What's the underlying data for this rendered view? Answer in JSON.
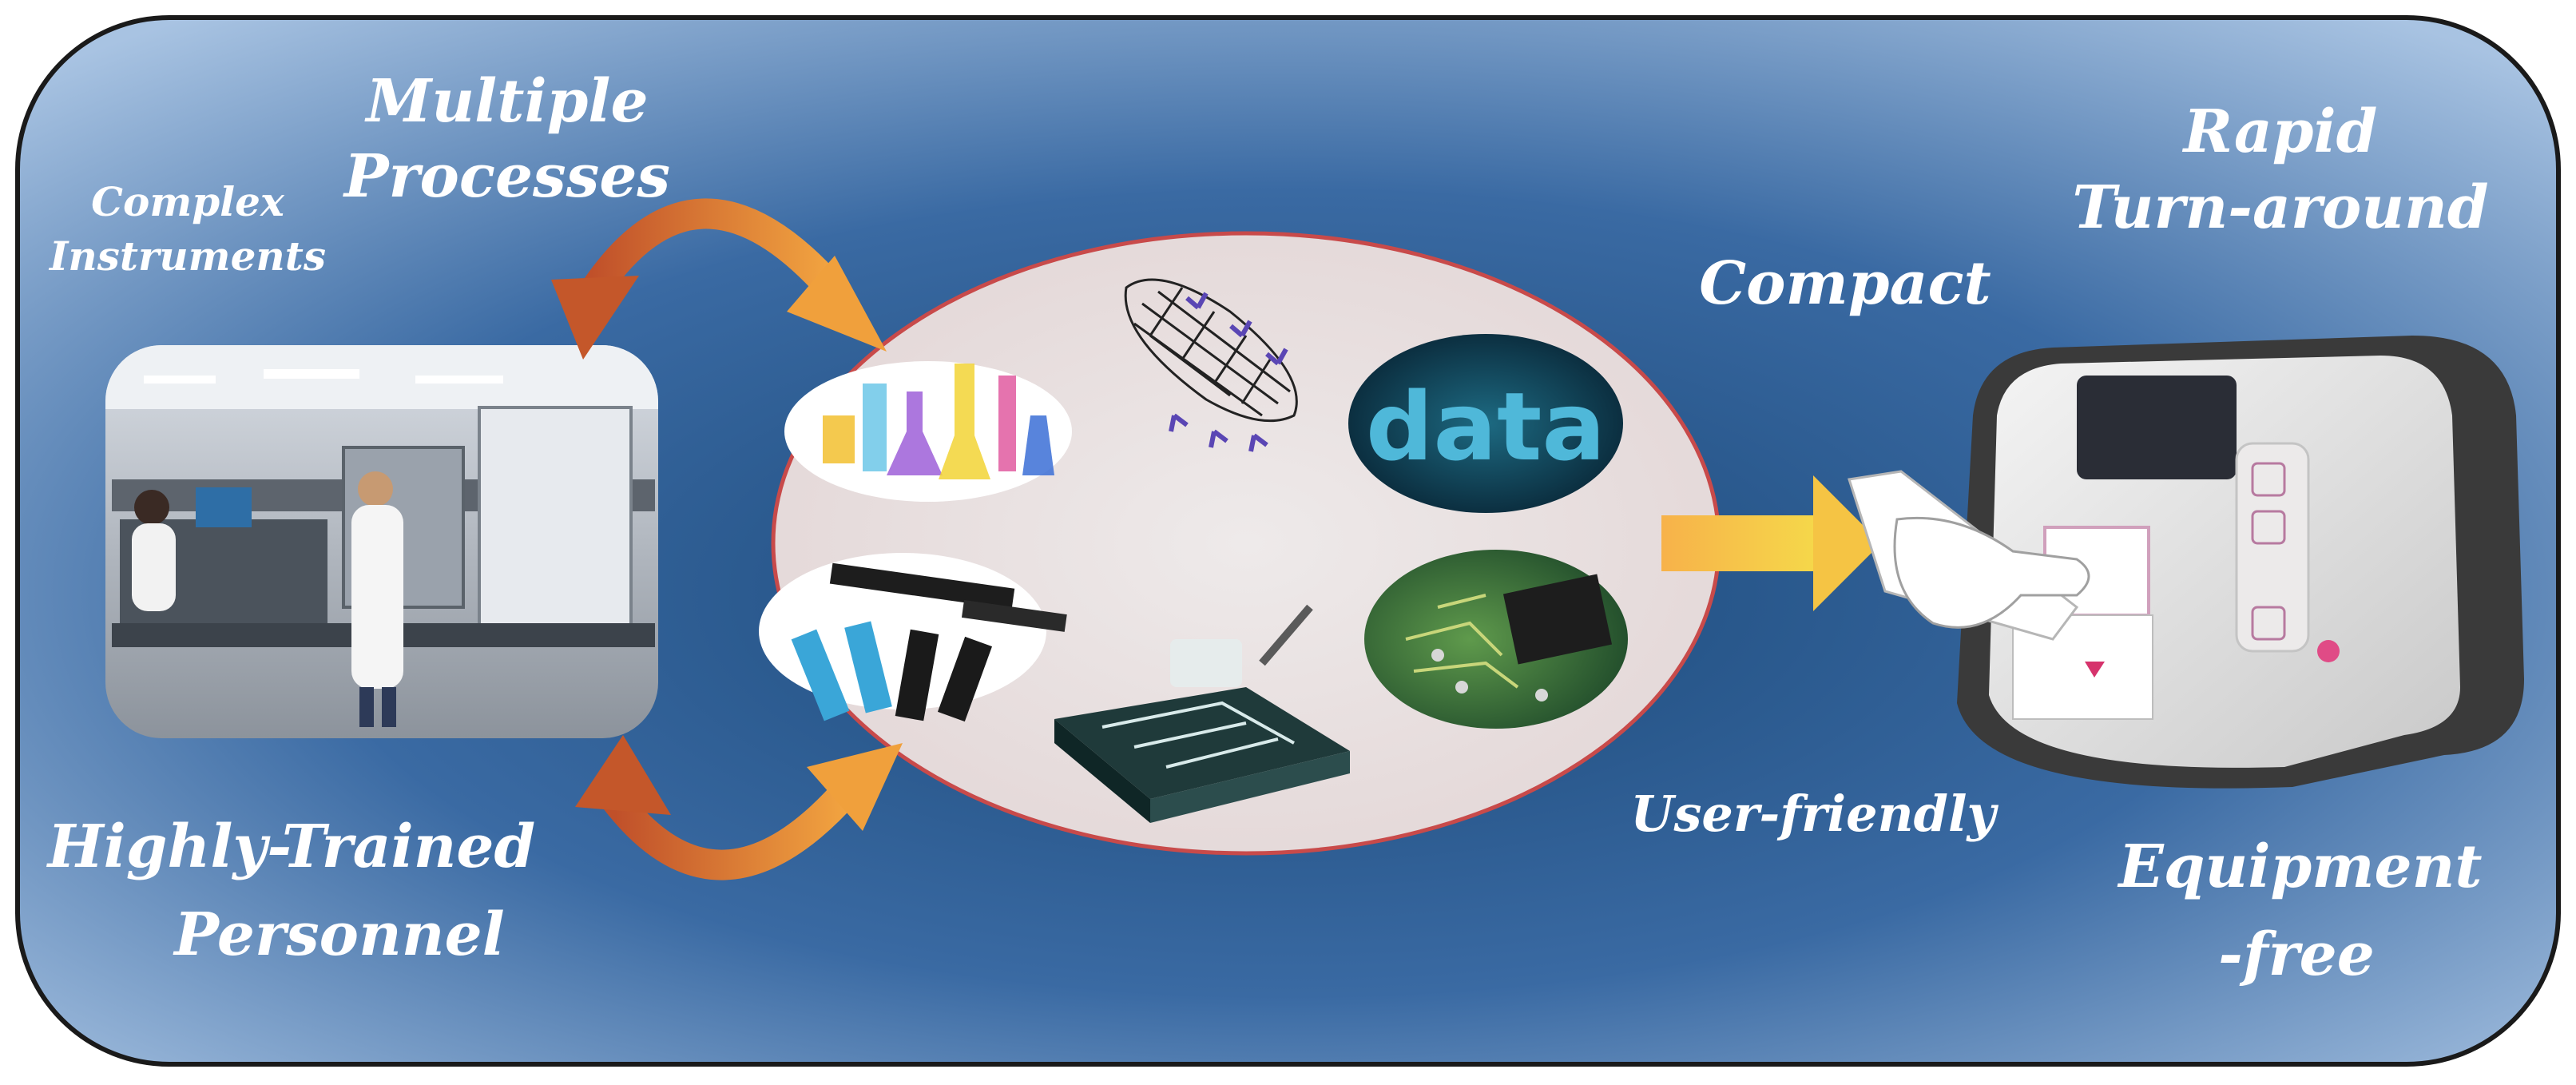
{
  "labels": {
    "complex_instruments_line1": "Complex",
    "complex_instruments_line2": "Instruments",
    "multiple_processes_line1": "Multiple",
    "multiple_processes_line2": "Processes",
    "highly_trained_line1": "Highly-Trained",
    "highly_trained_line2": "Personnel",
    "compact": "Compact",
    "user_friendly": "User-friendly",
    "rapid_line1": "Rapid",
    "rapid_line2": "Turn-around",
    "equipment_free_line1": "Equipment",
    "equipment_free_line2": "-free",
    "data_word": "data"
  },
  "colors": {
    "panel_center": "#1e4d80",
    "panel_edge": "#9cb9dc",
    "ellipse_fill": "#e9e1e1",
    "ellipse_stroke": "#c84a4a",
    "arrow_orange": "#f2a33a",
    "arrow_dark": "#c4572a",
    "text": "#ffffff"
  },
  "icons": [
    "laboratory-photo-icon",
    "lab-glassware-icon",
    "carbon-nanotube-icon",
    "data-icon",
    "test-strips-icon",
    "microfluidic-chip-icon",
    "circuit-board-icon",
    "point-of-care-device-icon"
  ]
}
